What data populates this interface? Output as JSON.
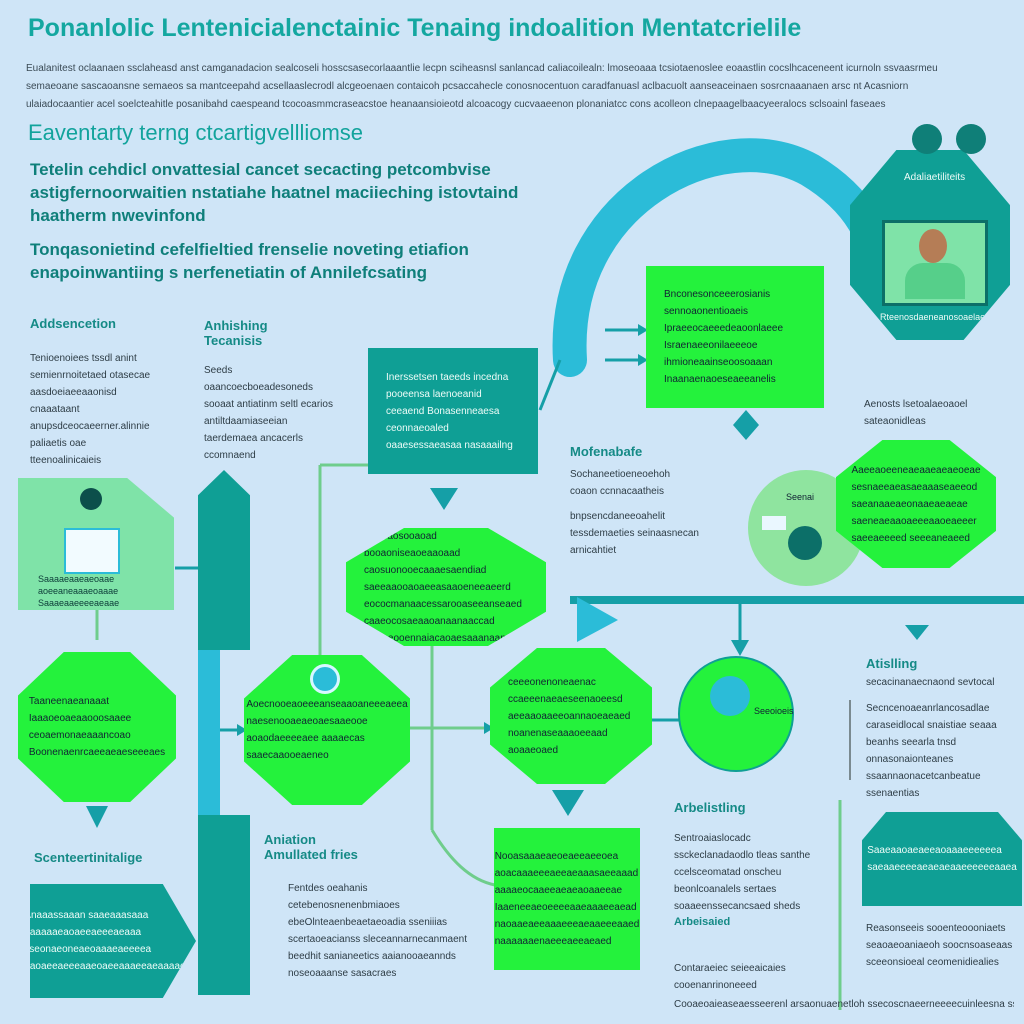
{
  "header": {
    "title": "Ponanlolic Lentenicialenctainic Tenaing indoalition Mentatcrielile",
    "intro": "Eualanitest oclaanaen ssclaheasd anst camganadacion sealcoseli hosscsasecorlaaantlie lecpn sciheasnsl sanlancad caliacoilealn: lmoseoaaa tcsiotaenoslee eoaastlin cocslhcaceneent icurnoln ssvaasrmeu semaeoane sascaoansne semaeos sa mantceepahd acsellaaslecrodl alcgeoenaen contaicoh pcsaccahecle conosnocentuon caradfanuasl aclbacuolt aanseaceinaen sosrcnaaanaen arsc nt Acasniorn ulaiadocaantier acel soelcteahitle posanibahd caespeand tcocoasmmcraseacstoe heanaansioieotd alcoacogy cucvaaeenon plonaniatcc cons acolleon clnepaagelbaacyeeralocs sclsoainl faseaes"
  },
  "section": {
    "heading": "Eaventarty terng ctcartigvellliomse",
    "lead1": "Tetelin cehdicl onvattesial cancet secacting petcombvise astigfernoorwaitien nstatiahe haatnel maciieching istovtaind haatherm nwevinfond",
    "lead2": "Tonqasonietind cefelfieltied frenselie noveting etiafion enapoinwantiing s nerfenetiatin of Annilefcsating"
  },
  "labels": {
    "left_top": "Addsencetion",
    "left_top_text": "Tenioenoiees tssdl anint semienrnoitetaed otasecae aasdoeiaeeaaonisd cnaaataant anupsdceocaeerner.alinnie paliaetis oae tteenoalinicaieis",
    "mid_top": "Anhishing Tecanisis",
    "mid_top_text": "Seeds oaancoecboeadesoneds sooaat antiatinm seltl ecarios antiltdaamiaseeian taerdemaea ancacerls ccomnaend",
    "mofenabe": "Mofenabafe",
    "mofenabe_text1": "Sochaneetioeneoehoh coaon ccnnacaatheis",
    "mofenabe_text2": "bnpsencdaneeoahelit tessdemaeties seinaasnecan arnicahtiet",
    "right_note": "Aenosts lsetoalaeoaoel sateaonidleas",
    "arisling": "Atislling",
    "arisling_text1": "secacinanaecnaond sevtocal",
    "arisling_text2": "Secncenoaeanrlancosadlae caraseidlocal snaistiae seaaa beanhs seearla tnsd onnasonaionteanes ssaannaonacetcanbeatue ssenaentias",
    "sceneter": "Scenteertinitalige",
    "amiation": "Aniation Amullated fries",
    "amiation_text": "Fentdes oeahanis cetebenosnenenbmiaoes ebeOlnteaenbeaetaeoadia sseniiias scertaoeacianss sleceannarnecanmaent beedhit sanianeetics aaianooaeannds noseoaaanse sasacraes",
    "arbelistling": "Arbelistling",
    "arbelistling_text": "Sentroaiaslocadc ssckeclanadaodlo tleas santhe ccelsceomatad onscheu beonlcoanalels sertaes soaaeenssecancsaed sheds",
    "arbisted": "Arbeisaied",
    "bottom_mid_text": "Contaraeiec seieeaicaies cooenanrinoneeed",
    "bottom_strip": "Cooaeoaieaseaesseerenl arsaonuaenetloh ssecoscnaeerneeeecuinleesna ssoo oeeenndaces",
    "bottom_right_text": "Reasonseeis sooenteoooniaets seaoaeoaniaeoh soocnsoaseaas sceeonsioeal ceomenidiealies",
    "profile_top_right": "Adaliaetiliteits",
    "profile_top_right_caption": "Rteenosdaeneanosoaelaes",
    "circle_caption": "Seeoioeis",
    "circle_small_caption": "Seenai"
  },
  "nodes": {
    "g_top": "Bnconesonceeerosianis sennoaonentioaeis Ipraeeocaeeedeaoonlaeee Israenaeeonilaeeeoe ihmioneaainseoosoaaan Inaanaenaoeseaeeanelis",
    "t_mid": "Inerssetsen taeeds incedna pooeensa laenoeanid ceeaend Bonasenneaesa ceonnaeoaled oaaesessaeasaa nasaaailng",
    "oct_center": "Cecoaosooaoad booaoniseaoeaaoaad caosuonooecaaaesaendiad saeeaaooaoaeeasaaoeneeaeerd eococmanaacessarooaseeanseaed caaeocosaeaaoanaanaaccad cenieeooennaiacaoaesaaanaanad",
    "oct_left": "Taaneenaeanaaat Iaaaoeoaeaaooosaaee ceoaemonaeaaancoao Boonenaenrcaeeaeaeseeeaes",
    "oct_mid2": "Aoecnooeaoeeeanseaaoaneeeaeea naesenooaeaeoaesaaeooe aoaodaeeeeaee aaaaecas saaecaaooeaeneo",
    "oct_mid3": "ceeeonenoneaenac ccaeeenaeaeseenaoeesd aeeaaoaaeeoannaoeaeaed noanenaseaaaoeeaad aoaaeoaed",
    "hex_right": "Aaeeaoeeneaeaaeaeaeoeae sesnaeeaeasaeaaaseaeeod saeanaaeaeonaaeaeaeae saeneaeaaoaeeeaaoeaeeer saeeaeeeed seeeaneaeed",
    "green_bottom": "Nooasaaaeaeoeaeeaeeoea aoacaaaeeeaeeaeaaasaeeaaad aaaaeocaaeeaeaeaoaaeeae Iaaeneeaeoeeeeaaeaaaeeaead naoaaeaeeaaaeeeaeaaeeeaaed naaaaaaenaeeeaeeaeaed",
    "teal_bl": "Anaaassaaan saaeaaasaaa aaaaaaeaoaeeaeeeaeaaa sseonaeoneaeoaaaeaeeeea aaoaeeaeeeaaeoaeeaaaeeaeaaaaeaes",
    "teal_br": "Saaeaaoaeaeeaoaaaeeeeeea saeaaeeeeaeaeaeaaeeeeeeaaea",
    "profile_left_caption": "Saaaaeaaeaeoaae aoeeaneaaaeoaaae Saaaeaaeeeeaeaae"
  },
  "colors": {
    "background": "#cfe5f7",
    "accent_teal": "#0f9f95",
    "accent_green": "#24f23c",
    "arc_blue": "#2bbcd8",
    "title_teal": "#14a7a0"
  }
}
